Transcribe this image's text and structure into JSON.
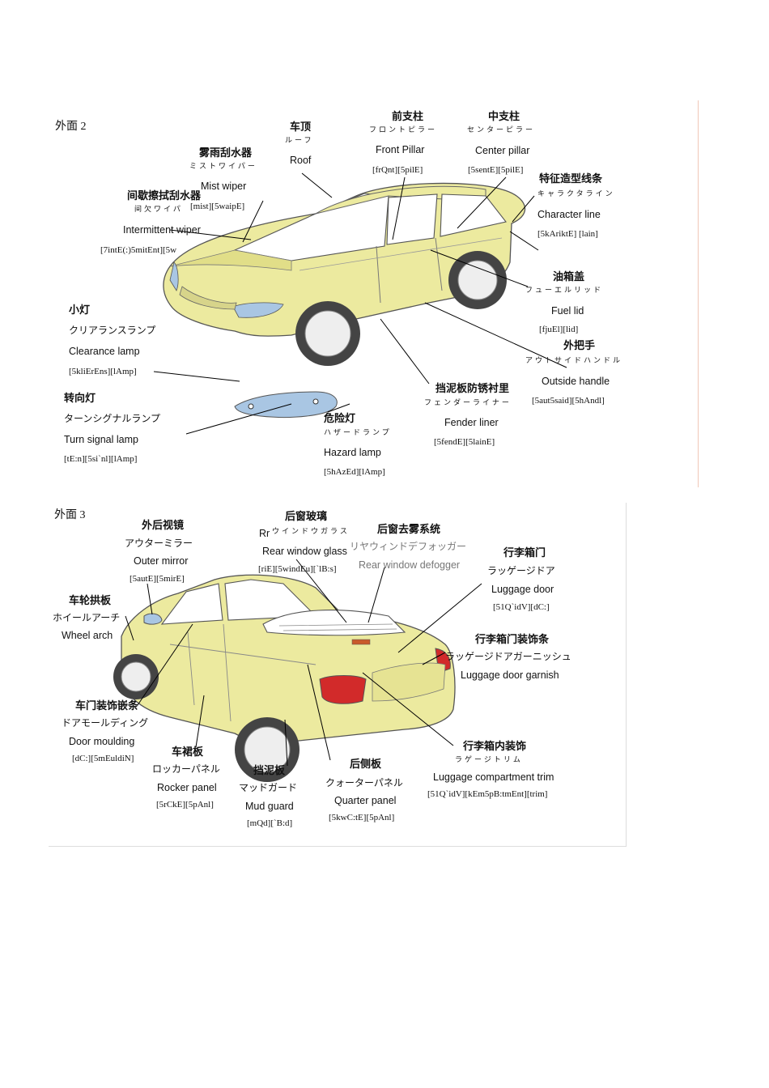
{
  "colors": {
    "car_body": "#ecea9f",
    "window": "#ffffff",
    "lamp_blue": "#a9c6e3",
    "tail_red": "#d22a2a",
    "leader": "#000000"
  },
  "panel2": {
    "heading": "外面 2",
    "labels": {
      "roof": {
        "zh": "车顶",
        "kana": "ルーフ",
        "en": "Roof"
      },
      "front_pillar": {
        "zh": "前支柱",
        "kana": "フロントピラー",
        "en": "Front  Pillar",
        "ph": "[frQnt][5pilE]"
      },
      "center_pillar": {
        "zh": "中支柱",
        "kana": "センターピラー",
        "en": "Center pillar",
        "ph": "[5sentE][5pilE]"
      },
      "mist_wiper": {
        "zh": "雾雨刮水器",
        "kana": "ミストワイパー",
        "en": "Mist wiper",
        "ph": "[mist][5waipE]"
      },
      "intermittent_wiper": {
        "zh": "间歇擦拭刮水器",
        "kana": "间欠ワイパ",
        "en": "Intermittent wiper",
        "ph": "[7intE(:)5mitEnt][5w"
      },
      "character_line": {
        "zh": "特征造型线条",
        "kana": "キャラクタライン",
        "en": "Character line",
        "ph": "[5kAriktE] [lain]"
      },
      "fuel_lid": {
        "zh": "油箱盖",
        "kana": "フューエルリッド",
        "en": "Fuel lid",
        "ph": "[fjuEl][lid]"
      },
      "outside_handle": {
        "zh": "外把手",
        "kana": "アウトサイドハンドル",
        "en": "Outside handle",
        "ph": "[5aut5said][5hAndl]"
      },
      "clearance_lamp": {
        "zh": "小灯",
        "ja": "クリアランスランプ",
        "en": "Clearance lamp",
        "ph": "[5kliErEns][lAmp]"
      },
      "turn_signal": {
        "zh": "转向灯",
        "ja": "ターンシグナルランプ",
        "en": "Turn signal lamp",
        "ph": "[tE:n][5si`nl][lAmp]"
      },
      "hazard_lamp": {
        "zh": "危险灯",
        "kana": "ハザードランプ",
        "en": "Hazard  lamp",
        "ph": "[5hAzEd][lAmp]"
      },
      "fender_liner": {
        "zh": "挡泥板防锈衬里",
        "kana": "フェンダーライナー",
        "en": "Fender liner",
        "ph": "[5fendE][5lainE]"
      }
    }
  },
  "panel3": {
    "heading": "外面 3",
    "labels": {
      "outer_mirror": {
        "zh": "外后视镜",
        "ja": "アウターミラー",
        "en": "Outer mirror",
        "ph": "[5autE][5mirE]"
      },
      "rear_window_glass": {
        "zh": "后窗玻璃",
        "kana_prefix": "Rr",
        "kana": "ウインドウガラス",
        "en": "Rear window glass",
        "ph": "[riE][5windEu][`lB:s]"
      },
      "rear_defogger": {
        "zh": "后窗去雾系统",
        "ja": "リヤウィンドデフォッガー",
        "en": "Rear window defogger"
      },
      "luggage_door": {
        "zh": "行李箱门",
        "ja": "ラッゲージドア",
        "en": "Luggage door",
        "ph": "[51Q`idV][dC:]"
      },
      "wheel_arch": {
        "zh": "车轮拱板",
        "ja": "ホイールアーチ",
        "en": "Wheel arch"
      },
      "luggage_garnish": {
        "zh": "行李箱门装饰条",
        "ja": "ラッゲージドアガーニッシュ",
        "en": "Luggage door garnish"
      },
      "door_moulding": {
        "zh": "车门装饰嵌条",
        "ja": "ドアモールディング",
        "en": "Door   moulding",
        "ph": "[dC:][5mEuldiN]"
      },
      "rocker_panel": {
        "zh": "车裙板",
        "ja": "ロッカーパネル",
        "en": "Rocker panel",
        "ph": "[5rCkE][5pAnl]"
      },
      "mud_guard": {
        "zh": "挡泥板",
        "ja": "マッドガード",
        "en": "Mud guard",
        "ph": "[mQd][`B:d]"
      },
      "quarter_panel": {
        "zh": "后侧板",
        "ja": "クォーターパネル",
        "en": "Quarter panel",
        "ph": "[5kwC:tE][5pAnl]"
      },
      "luggage_trim": {
        "zh": "行李箱内装饰",
        "kana": "ラゲージトリム",
        "en": "Luggage compartment trim",
        "ph": "[51Q`idV][kEm5pB:tmEnt][trim]"
      }
    }
  }
}
